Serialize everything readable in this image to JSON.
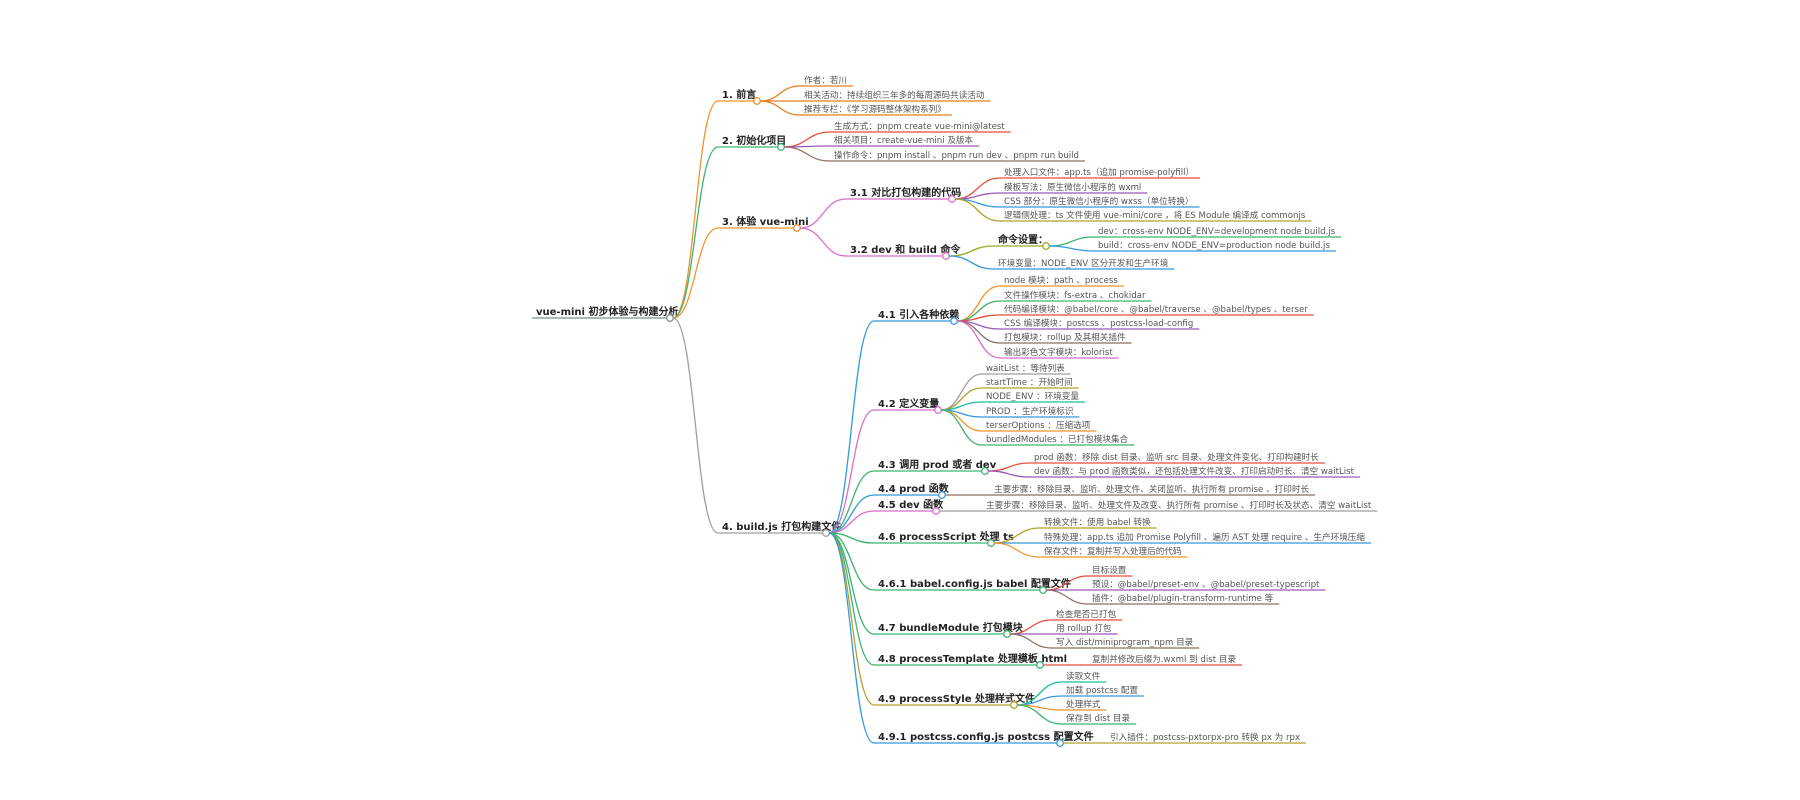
{
  "root": {
    "label": "vue-mini 初步体验与构建分析"
  },
  "branches": [
    {
      "id": "b1",
      "label": "1. 前言",
      "color": "#f0932b",
      "leaves": [
        {
          "label": "作者：若川",
          "color": "#e67e22"
        },
        {
          "label": "相关活动：持续组织三年多的每周源码共读活动",
          "color": "#e67e22"
        },
        {
          "label": "推荐专栏：《学习源码整体架构系列》",
          "color": "#e67e22"
        }
      ]
    },
    {
      "id": "b2",
      "label": "2. 初始化项目",
      "color": "#3cb371",
      "leaves": [
        {
          "label": "生成方式：pnpm create vue-mini@latest",
          "color": "#e74c3c"
        },
        {
          "label": "相关项目：create-vue-mini 及版本",
          "color": "#9b59b6"
        },
        {
          "label": "操作命令：pnpm install 、pnpm run dev 、pnpm run build",
          "color": "#8d6e63"
        }
      ]
    },
    {
      "id": "b3",
      "label": "3. 体验 vue-mini",
      "color": "#f0932b",
      "children": [
        {
          "id": "b3_1",
          "label": "3.1 对比打包构建的代码",
          "color": "#d66ec8",
          "leaves": [
            {
              "label": "处理入口文件：app.ts（追加 promise-polyfill）",
              "color": "#e74c3c"
            },
            {
              "label": "模板写法：原生微信小程序的 wxml",
              "color": "#9b59b6"
            },
            {
              "label": "CSS 部分：原生微信小程序的 wxss（单位转换）",
              "color": "#3498db"
            },
            {
              "label": "逻辑侧处理：ts 文件使用 vue-mini/core ，将 ES Module 编译成 commonjs",
              "color": "#b5a02a"
            }
          ]
        },
        {
          "id": "b3_2",
          "label": "3.2 dev 和 build 命令",
          "color": "#d66ec8",
          "children": [
            {
              "id": "b3_2_1",
              "label": "命令设置：",
              "color": "#9aaa2a",
              "leaves": [
                {
                  "label": "dev：cross-env NODE_ENV=development node build.js",
                  "color": "#3cb371"
                },
                {
                  "label": "build：cross-env NODE_ENV=production node build.js",
                  "color": "#3498db"
                }
              ]
            }
          ],
          "leaves": [
            {
              "label": "环境变量：NODE_ENV 区分开发和生产环境",
              "color": "#3498db"
            }
          ]
        }
      ]
    },
    {
      "id": "b4",
      "label": "4. build.js 打包构建文件",
      "color": "#9e9e9e",
      "children": [
        {
          "id": "b4_1",
          "label": "4.1 引入各种依赖",
          "color": "#3498db",
          "leaves": [
            {
              "label": "node 模块：path 、process",
              "color": "#f0932b"
            },
            {
              "label": "文件操作模块：fs-extra 、chokidar",
              "color": "#3cb371"
            },
            {
              "label": "代码编译模块：@babel/core 、@babel/traverse 、@babel/types 、terser",
              "color": "#e74c3c"
            },
            {
              "label": "CSS 编译模块：postcss 、postcss-load-config",
              "color": "#9b59b6"
            },
            {
              "label": "打包模块：rollup 及其相关插件",
              "color": "#8d6e63"
            },
            {
              "label": "输出彩色文字模块：kolorist",
              "color": "#d66ec8"
            }
          ]
        },
        {
          "id": "b4_2",
          "label": "4.2 定义变量",
          "color": "#d66ec8",
          "leaves": [
            {
              "label": "waitList ：等待列表",
              "color": "#9e9e9e"
            },
            {
              "label": "startTime ：开始时间",
              "color": "#b5a02a"
            },
            {
              "label": "NODE_ENV ：环境变量",
              "color": "#1abc9c"
            },
            {
              "label": "PROD ：生产环境标识",
              "color": "#3498db"
            },
            {
              "label": "terserOptions ：压缩选项",
              "color": "#f0932b"
            },
            {
              "label": "bundledModules ：已打包模块集合",
              "color": "#3cb371"
            }
          ]
        },
        {
          "id": "b4_3",
          "label": "4.3 调用 prod 或者 dev",
          "color": "#3cb371",
          "leaves": [
            {
              "label": "prod 函数：移除 dist 目录、监听 src 目录、处理文件变化、打印构建时长",
              "color": "#e74c3c"
            },
            {
              "label": "dev 函数：与 prod 函数类似，还包括处理文件改变、打印启动时长、清空 waitList",
              "color": "#9b59b6"
            }
          ]
        },
        {
          "id": "b4_4",
          "label": "4.4 prod 函数",
          "color": "#3498db",
          "leaves": [
            {
              "label": "主要步骤：移除目录、监听、处理文件、关闭监听、执行所有 promise 、打印时长",
              "color": "#8d6e63"
            }
          ]
        },
        {
          "id": "b4_5",
          "label": "4.5 dev 函数",
          "color": "#d66ec8",
          "leaves": [
            {
              "label": "主要步骤：移除目录、监听、处理文件及改变、执行所有 promise 、打印时长及状态、清空 waitList",
              "color": "#9e9e9e"
            }
          ]
        },
        {
          "id": "b4_6",
          "label": "4.6 processScript 处理 ts",
          "color": "#3cb371",
          "leaves": [
            {
              "label": "转换文件：使用 babel 转换",
              "color": "#b5a02a"
            },
            {
              "label": "特殊处理：app.ts 追加 Promise Polyfill 、遍历 AST 处理 require 、生产环境压缩",
              "color": "#3498db"
            },
            {
              "label": "保存文件：复制并写入处理后的代码",
              "color": "#f0932b"
            }
          ]
        },
        {
          "id": "b4_6_1",
          "label": "4.6.1 babel.config.js babel 配置文件",
          "color": "#3cb371",
          "leaves": [
            {
              "label": "目标设置",
              "color": "#e74c3c"
            },
            {
              "label": "预设：@babel/preset-env 、@babel/preset-typescript",
              "color": "#9b59b6"
            },
            {
              "label": "插件：@babel/plugin-transform-runtime 等",
              "color": "#8d6e63"
            }
          ]
        },
        {
          "id": "b4_7",
          "label": "4.7 bundleModule 打包模块",
          "color": "#3cb371",
          "leaves": [
            {
              "label": "检查是否已打包",
              "color": "#e74c3c"
            },
            {
              "label": "用 rollup 打包",
              "color": "#9b59b6"
            },
            {
              "label": "写入 dist/miniprogram_npm 目录",
              "color": "#8d6e63"
            }
          ]
        },
        {
          "id": "b4_8",
          "label": "4.8 processTemplate 处理模板 html",
          "color": "#3cb371",
          "leaves": [
            {
              "label": "复制并修改后缀为.wxml 到 dist 目录",
              "color": "#e74c3c"
            }
          ]
        },
        {
          "id": "b4_9",
          "label": "4.9 processStyle 处理样式文件",
          "color": "#b5a02a",
          "leaves": [
            {
              "label": "读取文件",
              "color": "#1abc9c"
            },
            {
              "label": "加载 postcss 配置",
              "color": "#3498db"
            },
            {
              "label": "处理样式",
              "color": "#f0932b"
            },
            {
              "label": "保存到 dist 目录",
              "color": "#3cb371"
            }
          ]
        },
        {
          "id": "b4_9_1",
          "label": "4.9.1 postcss.config.js postcss 配置文件",
          "color": "#3498db",
          "leaves": [
            {
              "label": "引入插件：postcss-pxtorpx-pro 转换 px 为 rpx",
              "color": "#b5a02a"
            }
          ]
        }
      ]
    }
  ]
}
